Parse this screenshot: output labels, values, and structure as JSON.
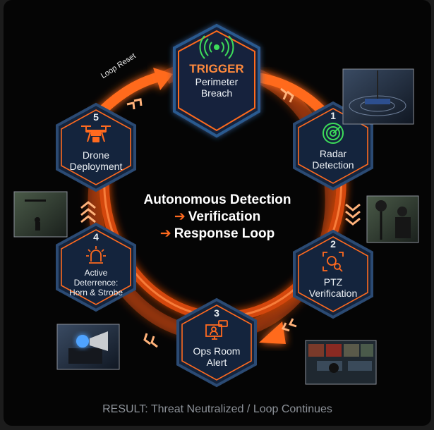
{
  "center_title": {
    "line1": "Autonomous Detection",
    "line2": "Verification",
    "line3": "Response Loop",
    "arrow_glyph": "➔"
  },
  "trigger": {
    "title": "TRIGGER",
    "label_line1": "Perimeter",
    "label_line2": "Breach",
    "icon": "signal-broadcast-icon"
  },
  "steps": [
    {
      "number": "1",
      "line1": "Radar",
      "line2": "Detection",
      "icon": "radar-icon"
    },
    {
      "number": "2",
      "line1": "PTZ",
      "line2": "Verification",
      "icon": "camera-zoom-icon"
    },
    {
      "number": "3",
      "line1": "Ops Room",
      "line2": "Alert",
      "icon": "monitor-chat-icon"
    },
    {
      "number": "4",
      "line1": "Active",
      "line2": "Deterrence:",
      "line3": "Horn & Strobe",
      "icon": "siren-icon"
    },
    {
      "number": "5",
      "line1": "Drone",
      "line2": "Deployment",
      "icon": "drone-icon"
    }
  ],
  "loop_reset_label": "Loop Reset",
  "result": "RESULT: Threat Neutralized / Loop Continues",
  "colors": {
    "accent": "#ff6a1f",
    "green": "#3ddc5a",
    "hex_fill": "#14243d",
    "hex_border": "#2b4a73",
    "background": "#050505"
  }
}
